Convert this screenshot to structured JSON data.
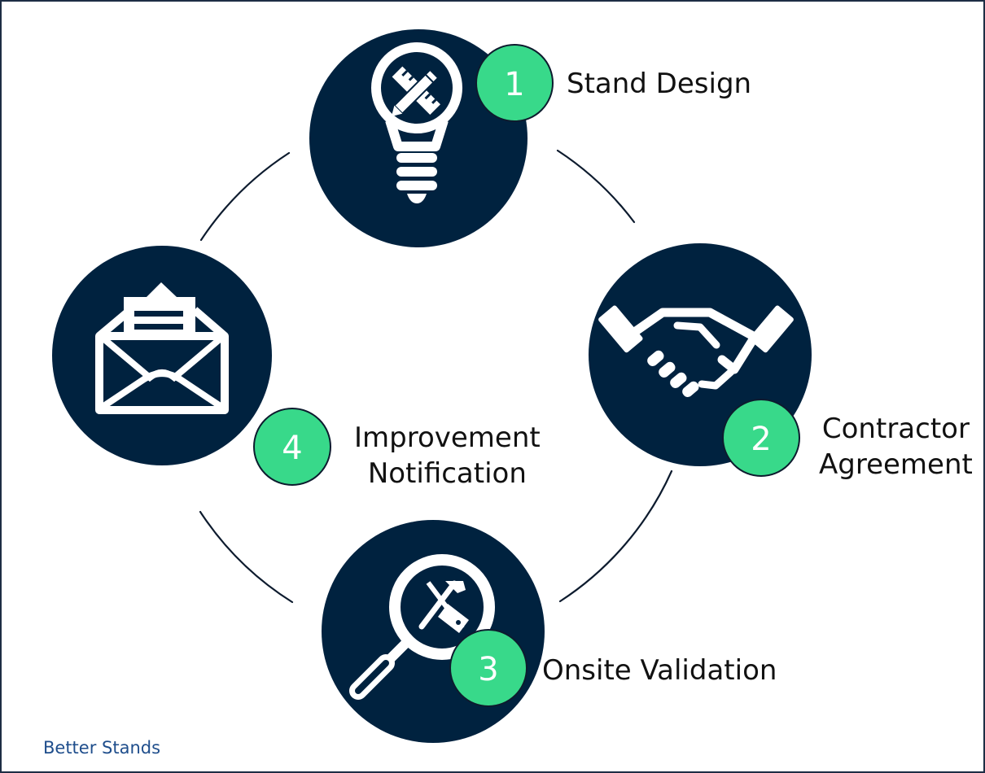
{
  "colors": {
    "circle_fill": "#00223f",
    "badge_fill": "#38d98a",
    "icon_color": "#ffffff",
    "arc_stroke": "#0d1b2e",
    "label_color": "#111111",
    "footer_color": "#1f4e8c",
    "frame_border": "#1d2d44"
  },
  "steps": [
    {
      "number": "1",
      "label_lines": [
        "Stand Design"
      ],
      "icon": "lightbulb-design-tools-icon"
    },
    {
      "number": "2",
      "label_lines": [
        "Contractor",
        "Agreement"
      ],
      "icon": "handshake-icon"
    },
    {
      "number": "3",
      "label_lines": [
        "Onsite Validation"
      ],
      "icon": "magnifier-tools-icon"
    },
    {
      "number": "4",
      "label_lines": [
        "Improvement",
        "Notification"
      ],
      "icon": "open-envelope-letter-icon"
    }
  ],
  "footer": {
    "text": "Better Stands"
  }
}
